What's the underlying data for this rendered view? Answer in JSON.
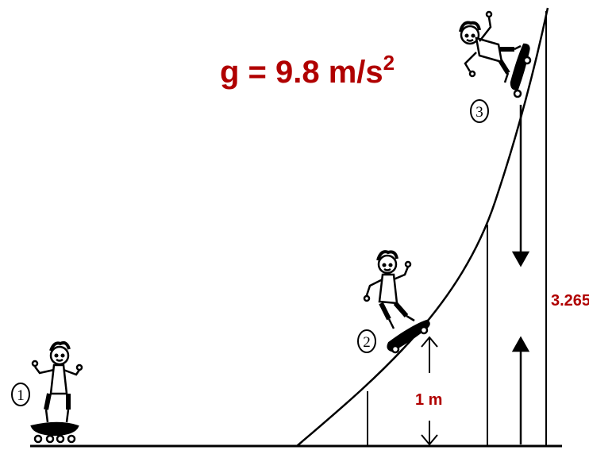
{
  "equation": {
    "prefix": "g = 9.8 m/s",
    "exponent": "2"
  },
  "positions": {
    "p1": "1",
    "p2": "2",
    "p3": "3"
  },
  "dimensions": {
    "height_label": "1 m",
    "ramp_height_label": "3.265"
  },
  "colors": {
    "accent": "#b00000",
    "ink": "#000000"
  }
}
